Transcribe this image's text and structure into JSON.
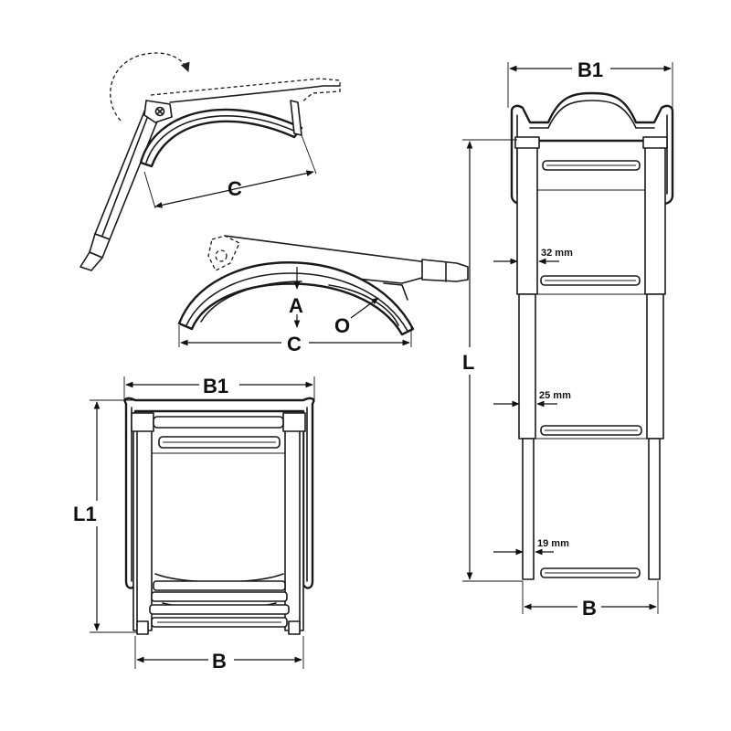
{
  "labels": {
    "c_top": "C",
    "c_bottom": "C",
    "a": "A",
    "o": "O",
    "b1_right": "B1",
    "b1_left": "B1",
    "l": "L",
    "l1": "L1",
    "b_right": "B",
    "b_left": "B"
  },
  "rung_sizes": {
    "top": "32 mm",
    "middle": "25 mm",
    "bottom": "19 mm"
  }
}
